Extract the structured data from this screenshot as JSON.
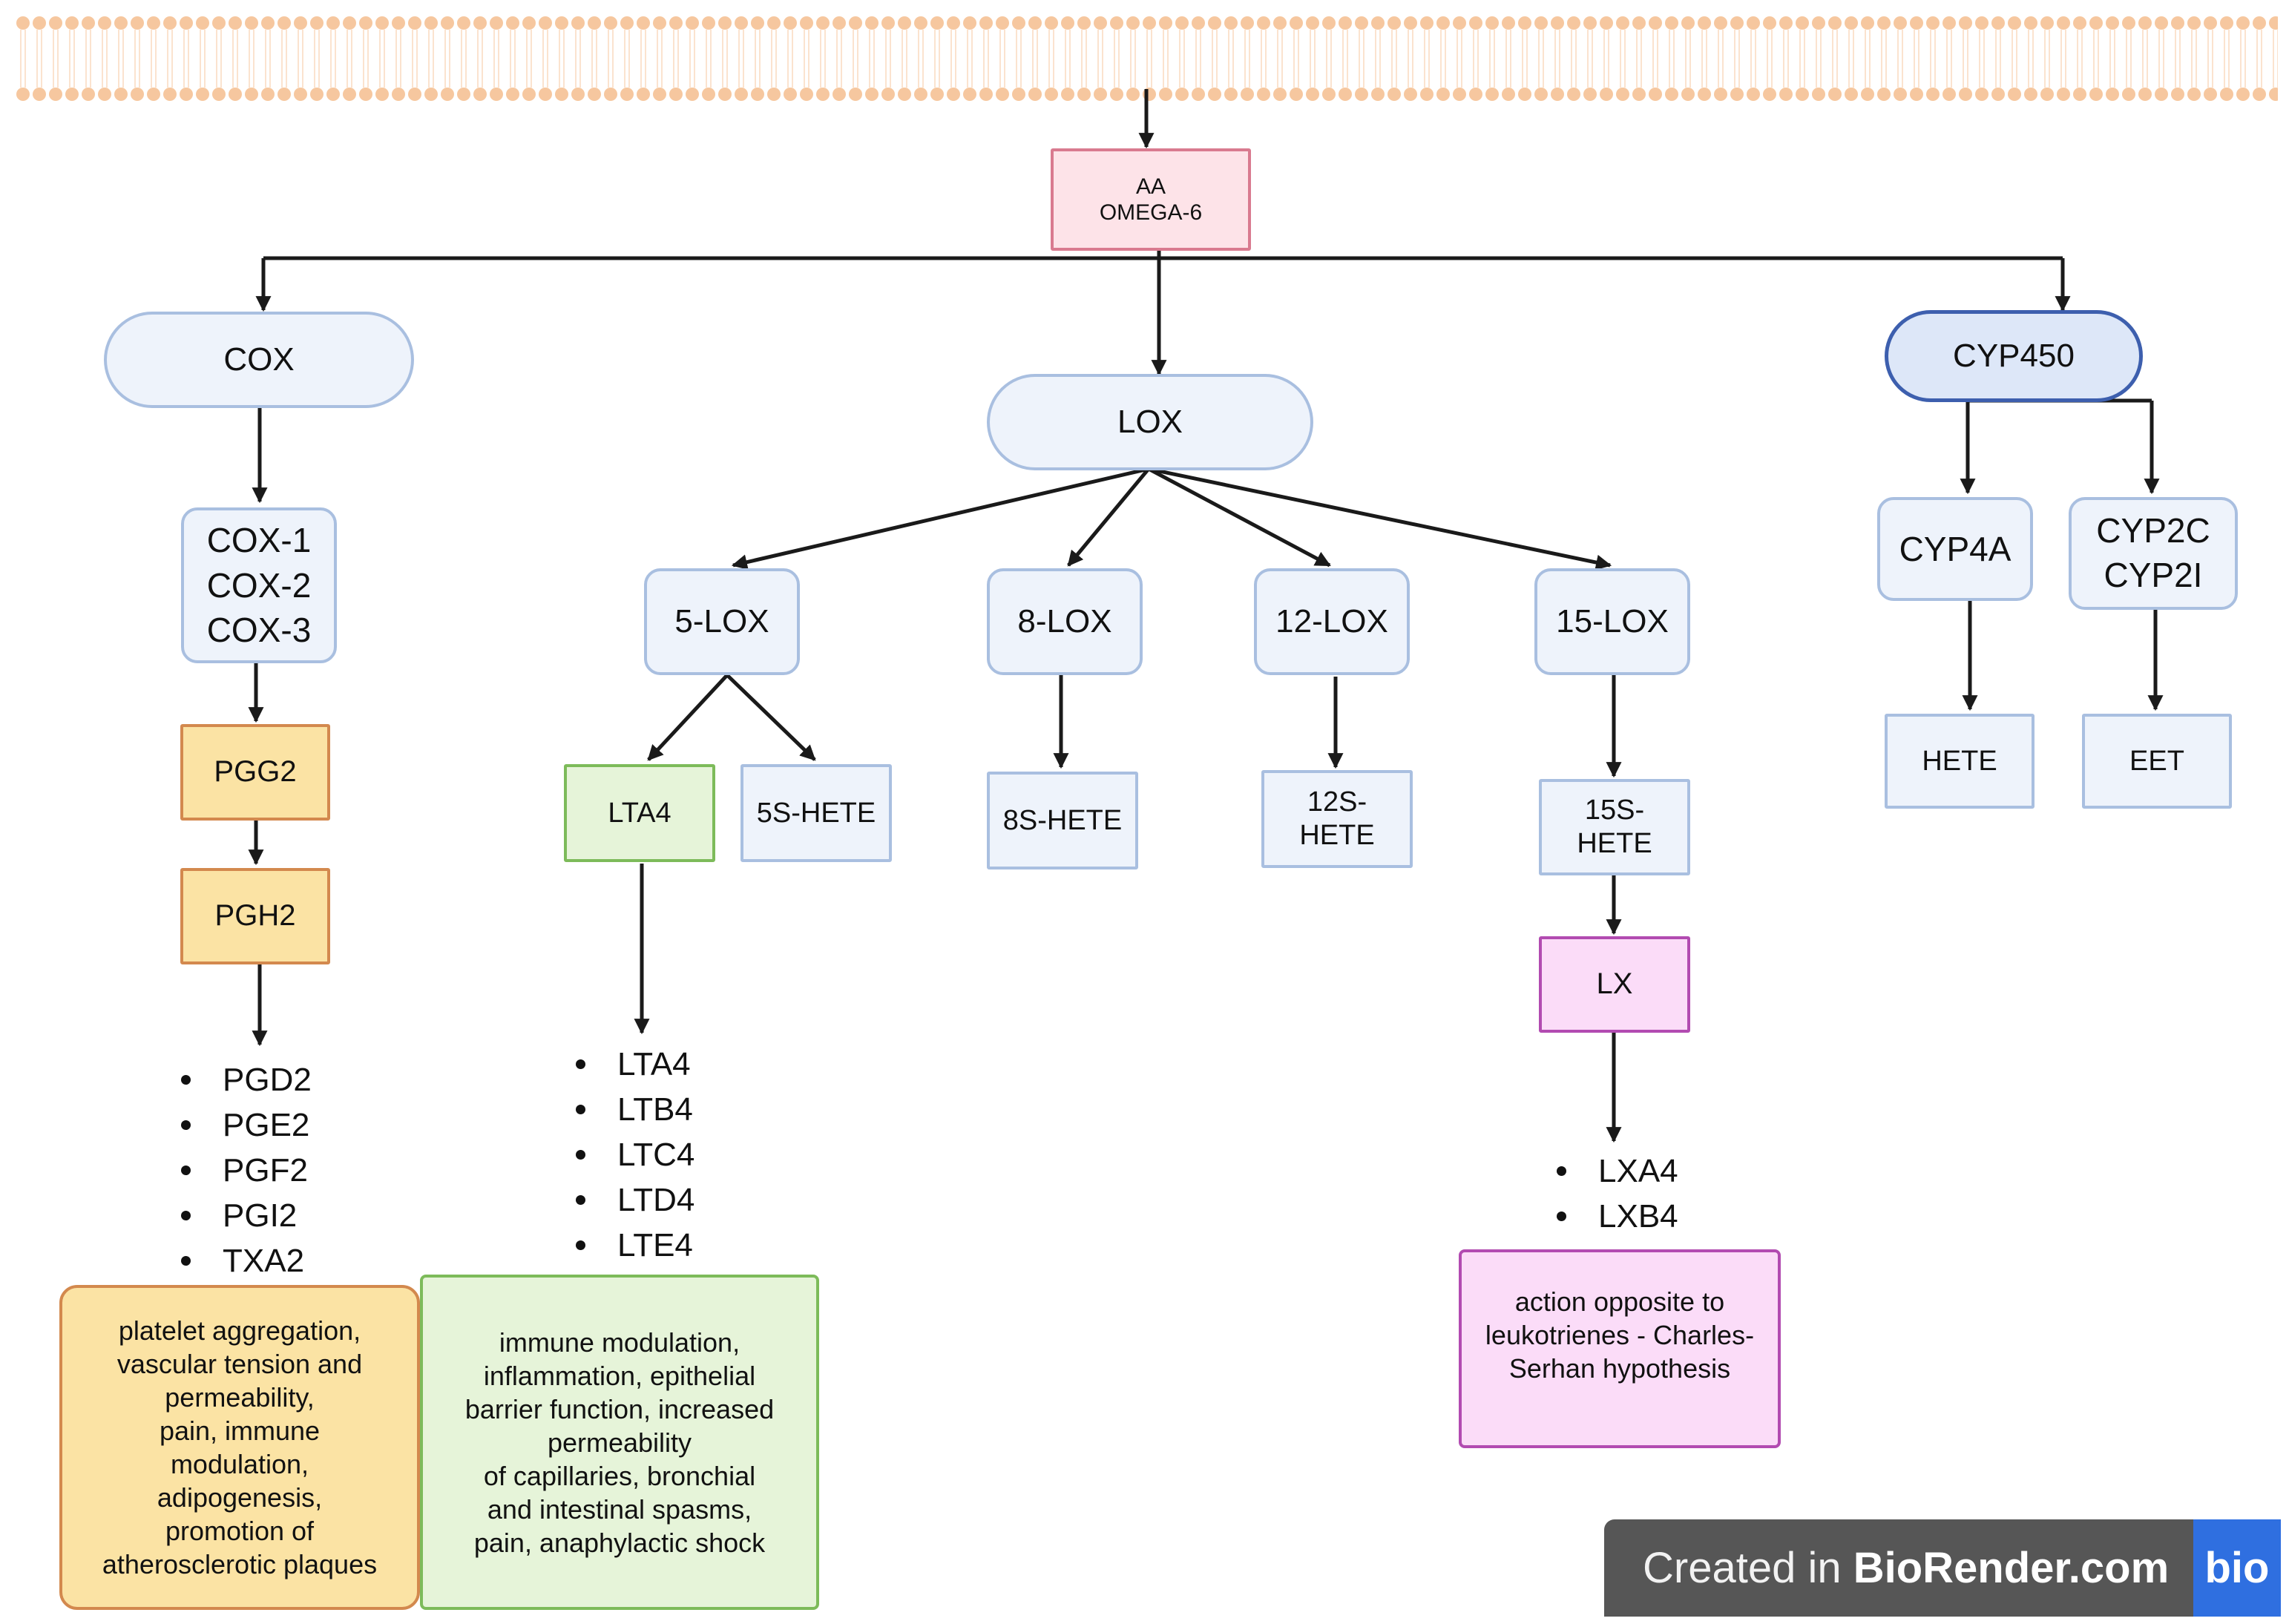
{
  "nodes": {
    "aa": "AA\nOMEGA-6",
    "cox": "COX",
    "lox": "LOX",
    "cyp450": "CYP450",
    "cox_isoforms": "COX-1\nCOX-2\nCOX-3",
    "pgg2": "PGG2",
    "pgh2": "PGH2",
    "lox5": "5-LOX",
    "lox8": "8-LOX",
    "lox12": "12-LOX",
    "lox15": "15-LOX",
    "lta4": "LTA4",
    "hete_5s": "5S-HETE",
    "hete_8s": "8S-HETE",
    "hete_12s": "12S-\nHETE",
    "hete_15s": "15S-\nHETE",
    "lx": "LX",
    "cyp4a": "CYP4A",
    "cyp2c_2i": "CYP2C\nCYP2I",
    "hete": "HETE",
    "eet": "EET"
  },
  "lists": {
    "prostanoids": [
      "PGD2",
      "PGE2",
      "PGF2",
      "PGI2",
      "TXA2"
    ],
    "leukotrienes": [
      "LTA4",
      "LTB4",
      "LTC4",
      "LTD4",
      "LTE4"
    ],
    "lipoxins": [
      "LXA4",
      "LXB4"
    ]
  },
  "descriptions": {
    "cox_effects": "platelet aggregation,\nvascular tension and\npermeability,\npain, immune\nmodulation,\nadipogenesis,\npromotion of\natherosclerotic plaques",
    "lox5_effects": "immune modulation,\ninflammation, epithelial\nbarrier function, increased\npermeability\nof capillaries, bronchial\nand intestinal spasms,\npain, anaphylactic shock",
    "lx_effects": "action opposite to\nleukotrienes - Charles-\nSerhan hypothesis"
  },
  "watermark": {
    "prefix": "Created in ",
    "brand": "BioRender.com",
    "logo": "bio"
  },
  "colors": {
    "membrane": "#f6c79f",
    "arrow": "#1a1a1a",
    "aa_fill": "#fde3e8",
    "enzyme_fill": "#eef3fb",
    "cox_product_fill": "#fbe3a4",
    "leukotriene_fill": "#e6f4d9",
    "lipoxin_fill": "#fbdcf8",
    "badge": "#565656",
    "badge_logo": "#2f6fe0"
  }
}
